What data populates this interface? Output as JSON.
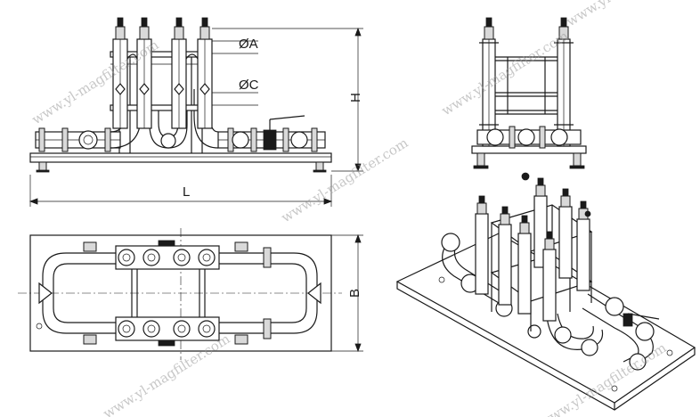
{
  "labels": {
    "dia_a": "ØA",
    "dia_c": "ØC",
    "height": "H",
    "length": "L",
    "width": "B"
  },
  "watermark": "www.yl-magfilter.com"
}
